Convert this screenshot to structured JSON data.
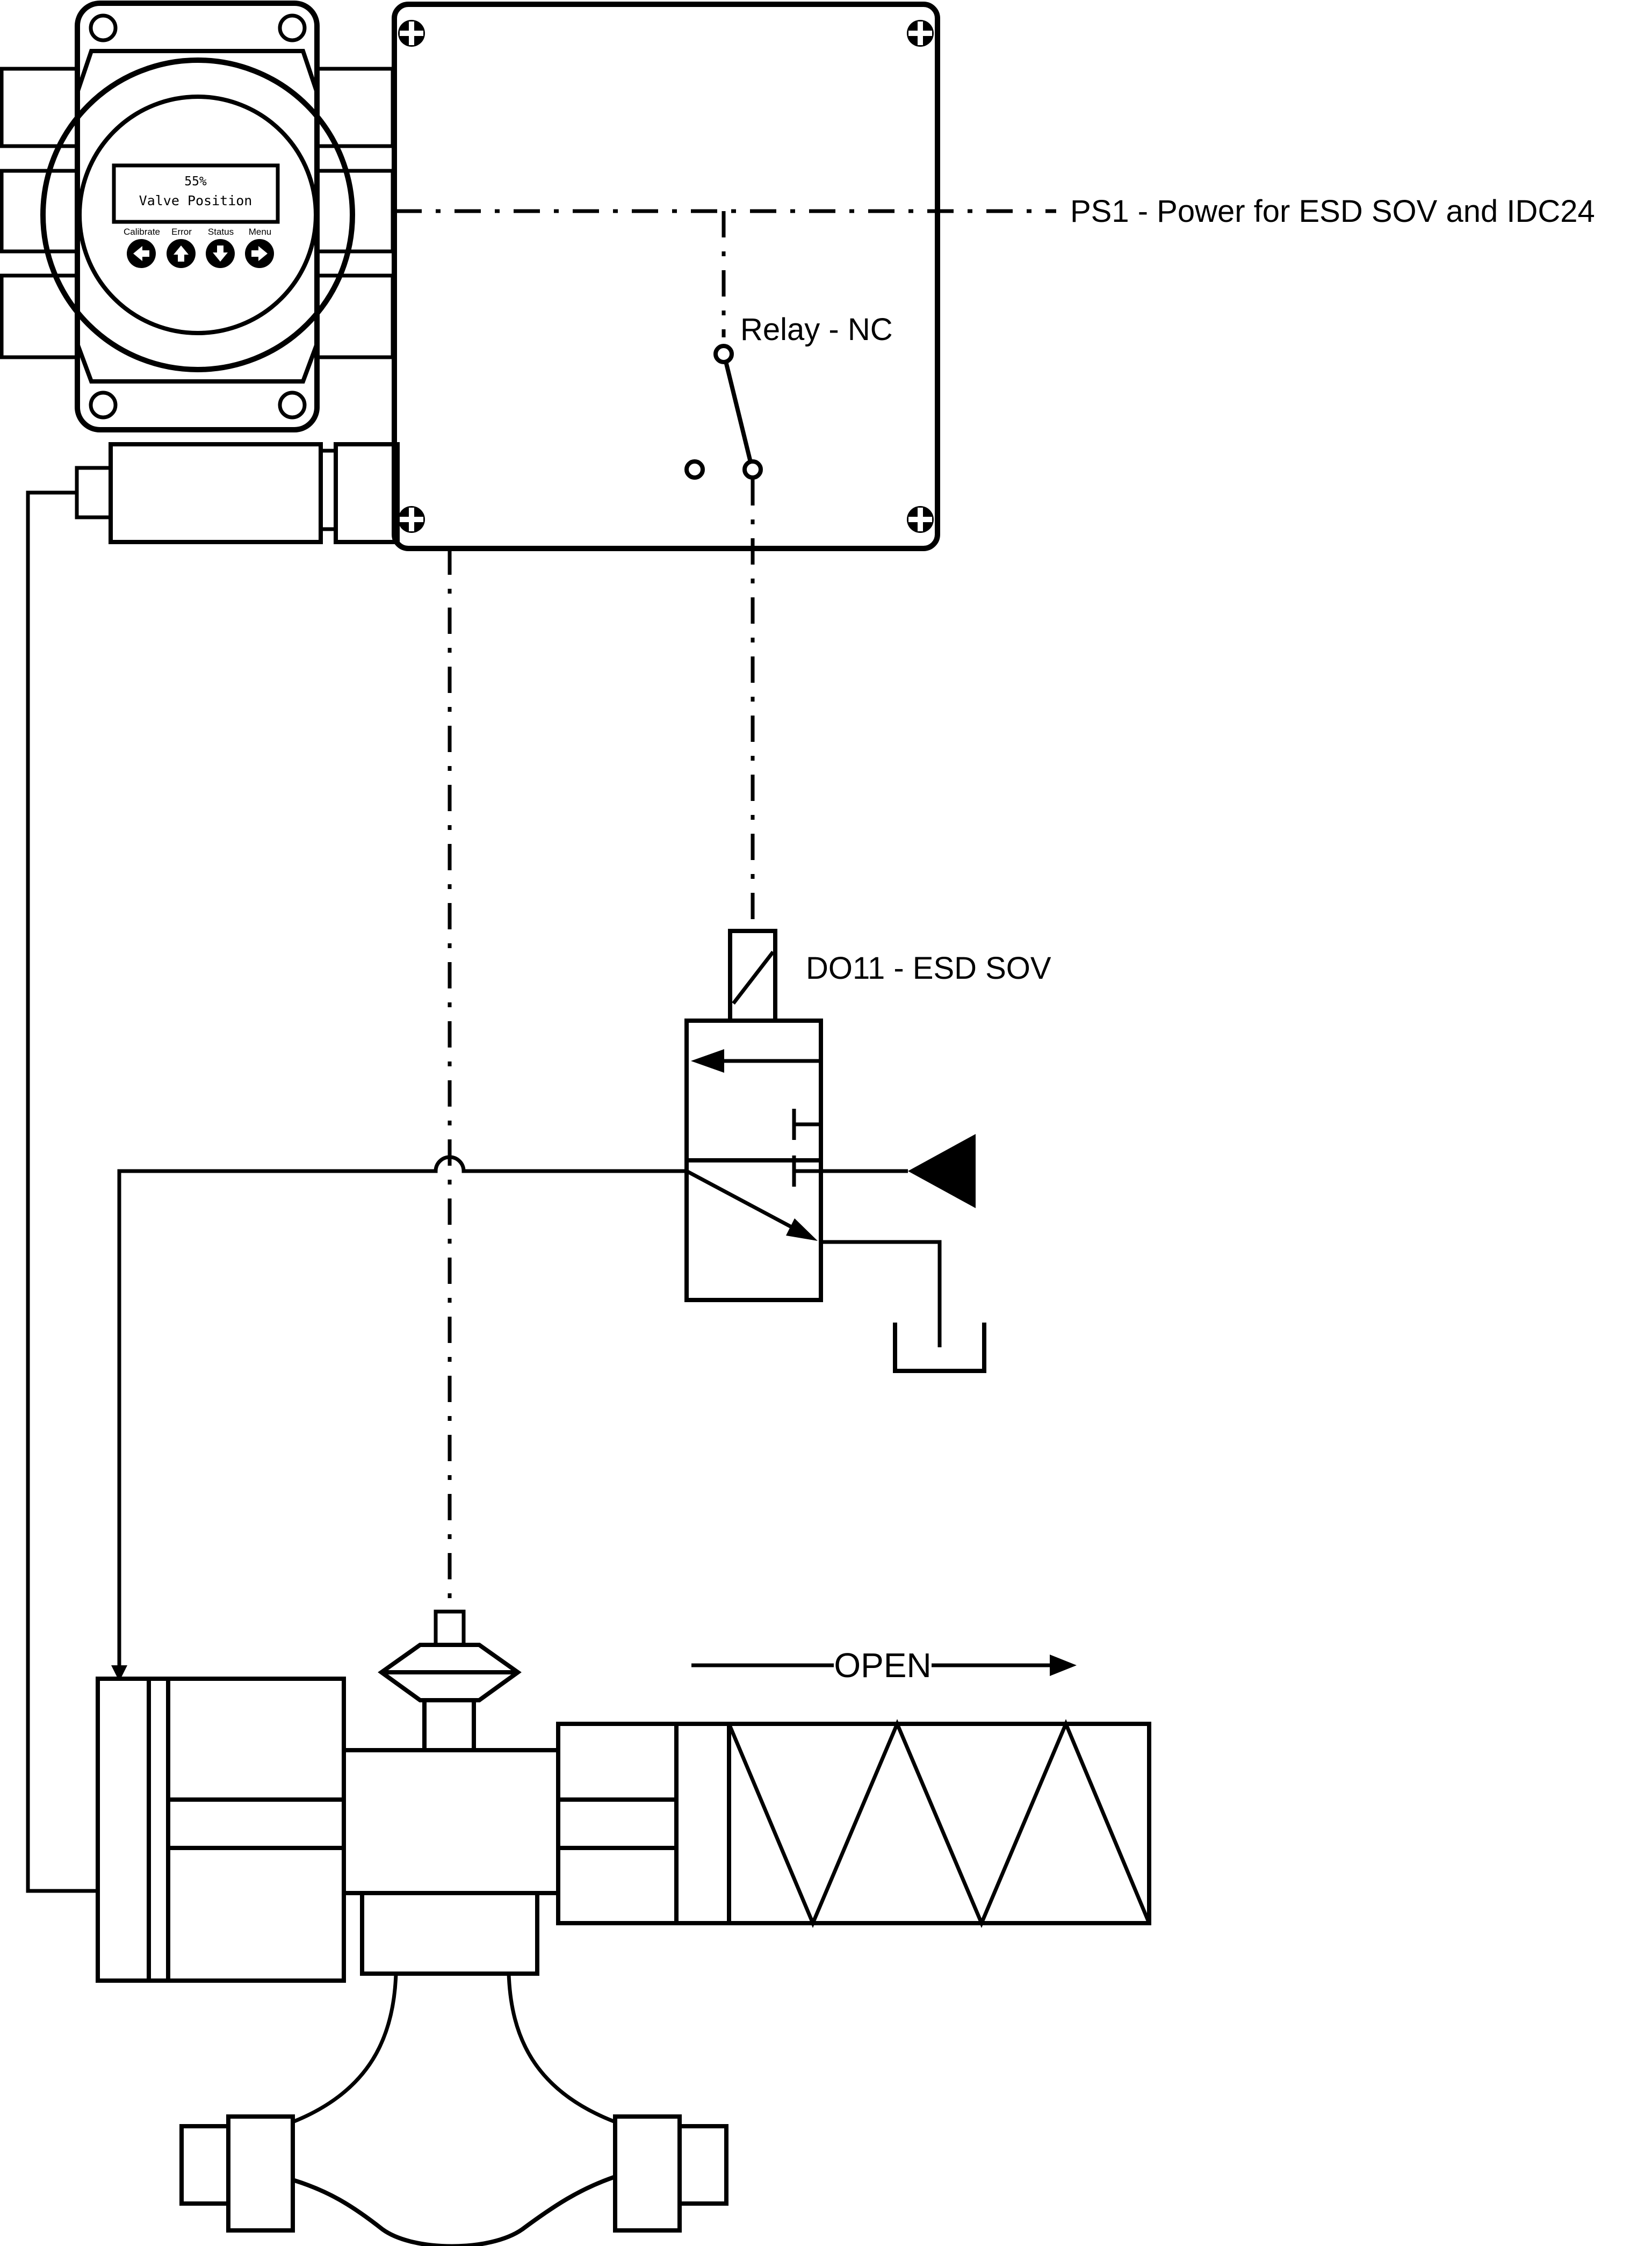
{
  "diagram": {
    "positioner": {
      "display_value": "55%",
      "display_label": "Valve Position",
      "buttons": [
        {
          "label": "Calibrate",
          "icon": "arrow-left"
        },
        {
          "label": "Error",
          "icon": "arrow-up"
        },
        {
          "label": "Status",
          "icon": "arrow-down"
        },
        {
          "label": "Menu",
          "icon": "arrow-right"
        }
      ]
    },
    "junction_box": {
      "relay_label": "Relay - NC"
    },
    "power_supply_label": "PS1 - Power for ESD SOV and IDC24",
    "solenoid_valve_label": "DO11 - ESD SOV",
    "actuator": {
      "direction_label": "OPEN"
    },
    "colors": {
      "line": "#000000",
      "background": "#ffffff"
    }
  }
}
